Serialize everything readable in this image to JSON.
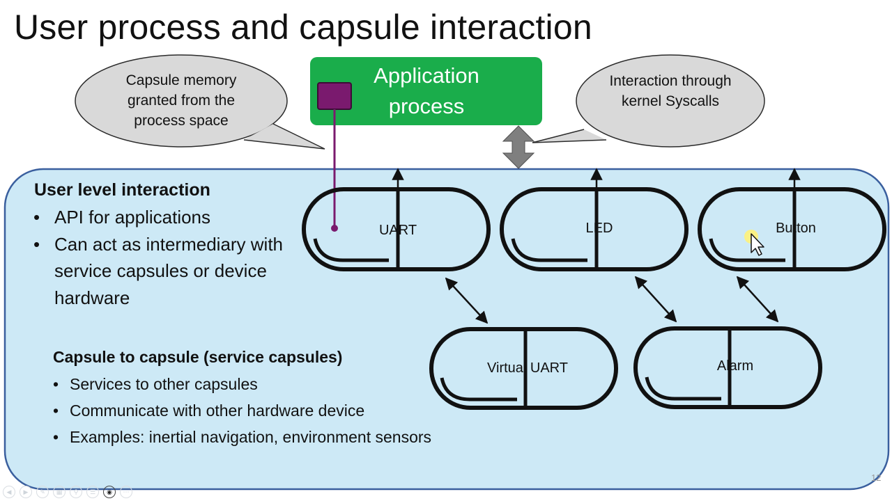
{
  "slide": {
    "title": "User process and capsule interaction",
    "page_number": "12"
  },
  "callouts": {
    "left": "Capsule memory granted from the process space",
    "right": "Interaction through kernel Syscalls"
  },
  "app_process": {
    "label": "Application process",
    "color": "#1aad4b",
    "memory_block_color": "#7a1a6e"
  },
  "kernel_area": {
    "fill": "#cde9f6",
    "border": "#3a5f9e"
  },
  "user_level": {
    "heading": "User level interaction",
    "bullets": [
      "API for applications",
      "Can act as intermediary with service capsules or device hardware"
    ]
  },
  "capsule_to_capsule": {
    "heading": "Capsule to capsule (service capsules)",
    "bullets": [
      "Services to other capsules",
      "Communicate with other hardware device",
      "Examples: inertial navigation, environment sensors"
    ]
  },
  "capsules": {
    "uart": "UART",
    "led": "LED",
    "button": "Button",
    "virtual_uart": "Virtual UART",
    "alarm": "Alarm"
  },
  "icons": {
    "cursor": "mouse-pointer-icon",
    "toolbar": [
      "prev-icon",
      "next-icon",
      "pen-icon",
      "slides-icon",
      "zoom-icon",
      "menu-icon",
      "camera-icon",
      "more-icon"
    ]
  }
}
